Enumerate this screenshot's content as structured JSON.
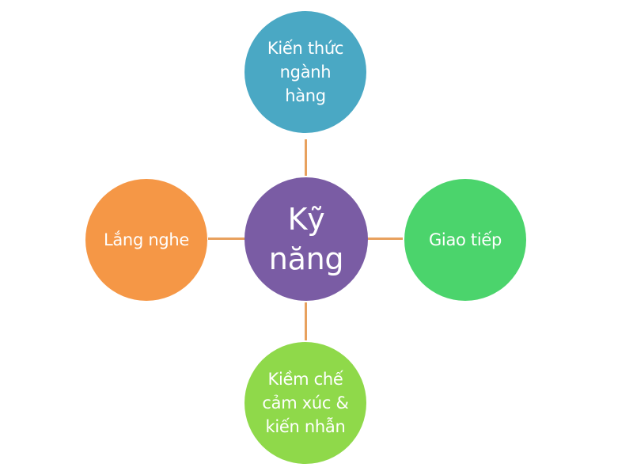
{
  "diagram": {
    "type": "hub-and-spoke",
    "center": {
      "label": "Kỹ\nnăng",
      "line1": "Kỹ",
      "line2": "năng",
      "color": "#7a5ca4"
    },
    "nodes": [
      {
        "position": "top",
        "lines": [
          "Kiến thức",
          "ngành",
          "hàng"
        ],
        "color": "#4aa8c4"
      },
      {
        "position": "left",
        "lines": [
          "Lắng nghe"
        ],
        "color": "#f59746"
      },
      {
        "position": "right",
        "lines": [
          "Giao tiếp"
        ],
        "color": "#4bd46c"
      },
      {
        "position": "bottom",
        "lines": [
          "Kiềm chế",
          "cảm xúc &",
          "kiến nhẫn"
        ],
        "color": "#8fd94a"
      }
    ],
    "connector_color": "#e8a15e"
  }
}
